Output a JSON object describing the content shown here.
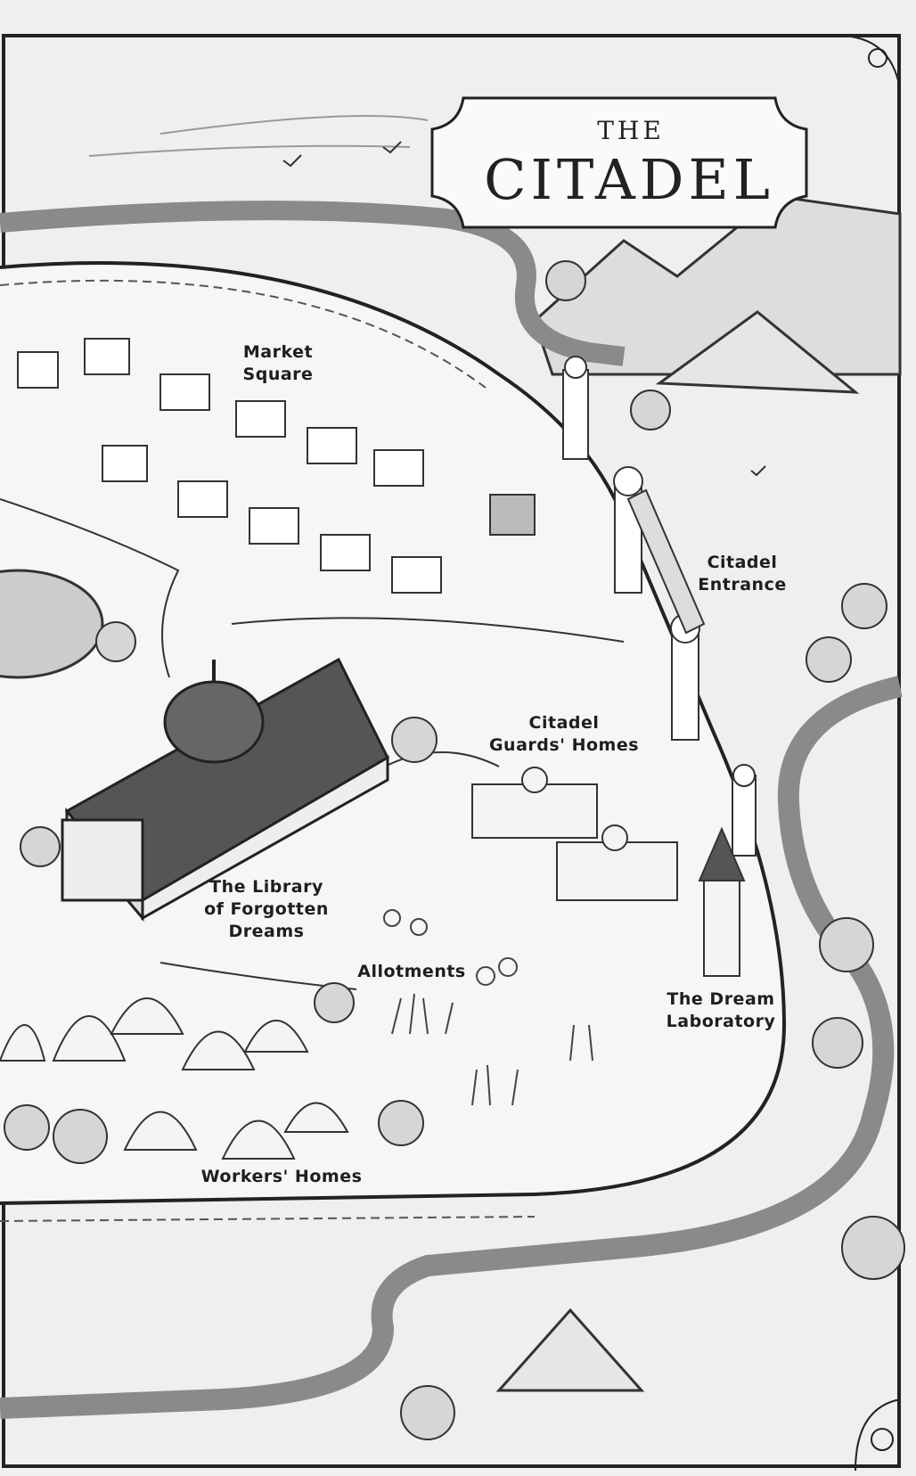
{
  "title": {
    "prefix": "THE",
    "main": "CITADEL"
  },
  "locations": {
    "market_square": [
      "Market",
      "Square"
    ],
    "citadel_entrance": [
      "Citadel",
      "Entrance"
    ],
    "guards_homes": [
      "Citadel",
      "Guards' Homes"
    ],
    "library": [
      "The Library",
      "of Forgotten",
      "Dreams"
    ],
    "allotments": [
      "Allotments"
    ],
    "dream_laboratory": [
      "The Dream",
      "Laboratory"
    ],
    "workers_homes": [
      "Workers' Homes"
    ]
  },
  "colors": {
    "paper": "#efefed",
    "ink": "#1e1e1e",
    "river": "#8a8a8a",
    "roof": "#555555"
  }
}
